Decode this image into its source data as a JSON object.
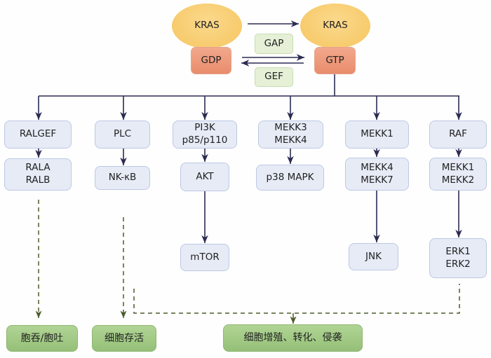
{
  "top": {
    "kras_left": "KRAS",
    "kras_right": "KRAS",
    "gdp": "GDP",
    "gtp": "GTP",
    "gap": "GAP",
    "gef": "GEF"
  },
  "columns": [
    {
      "nodes": [
        "RALGEF",
        "RALA\nRALB"
      ]
    },
    {
      "nodes": [
        "PLC",
        "NK-κB"
      ]
    },
    {
      "nodes": [
        "PI3K\np85/p110",
        "AKT",
        "mTOR"
      ]
    },
    {
      "nodes": [
        "MEKK3\nMEKK4",
        "p38 MAPK"
      ]
    },
    {
      "nodes": [
        "MEKK1",
        "MEKK4\nMEKK7",
        "JNK"
      ]
    },
    {
      "nodes": [
        "RAF",
        "MEKK1\nMEKK2",
        "ERK1\nERK2"
      ]
    }
  ],
  "outcomes": [
    "胞吞/胞吐",
    "细胞存活",
    "细胞增殖、转化、侵袭"
  ],
  "colors": {
    "line": "#2b2b52",
    "dashed": "#4b5b2b",
    "protein": "#e6ebf6",
    "outcome": "#9dc57e",
    "kras": "#f8cd72",
    "nucleotide": "#ec9a7c",
    "enzyme": "#e5f0d6"
  }
}
